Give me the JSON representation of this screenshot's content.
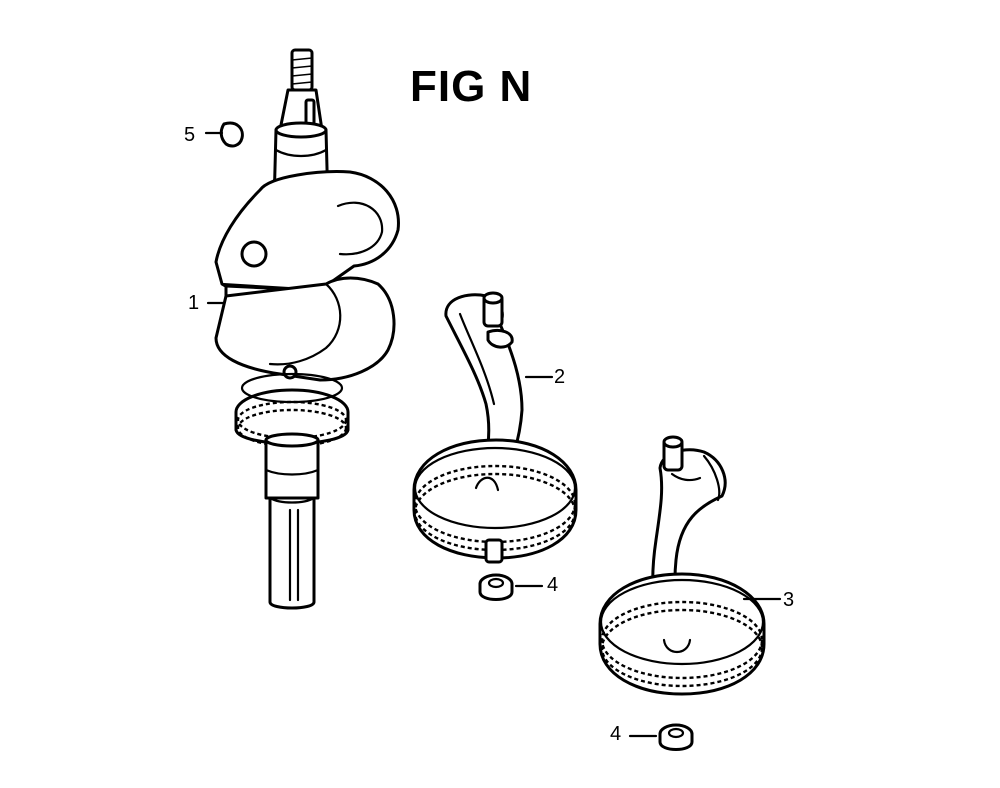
{
  "figure": {
    "title": "FIG N",
    "callouts": {
      "c1": "1",
      "c2": "2",
      "c3": "3",
      "c4a": "4",
      "c4b": "4",
      "c5": "5"
    }
  }
}
